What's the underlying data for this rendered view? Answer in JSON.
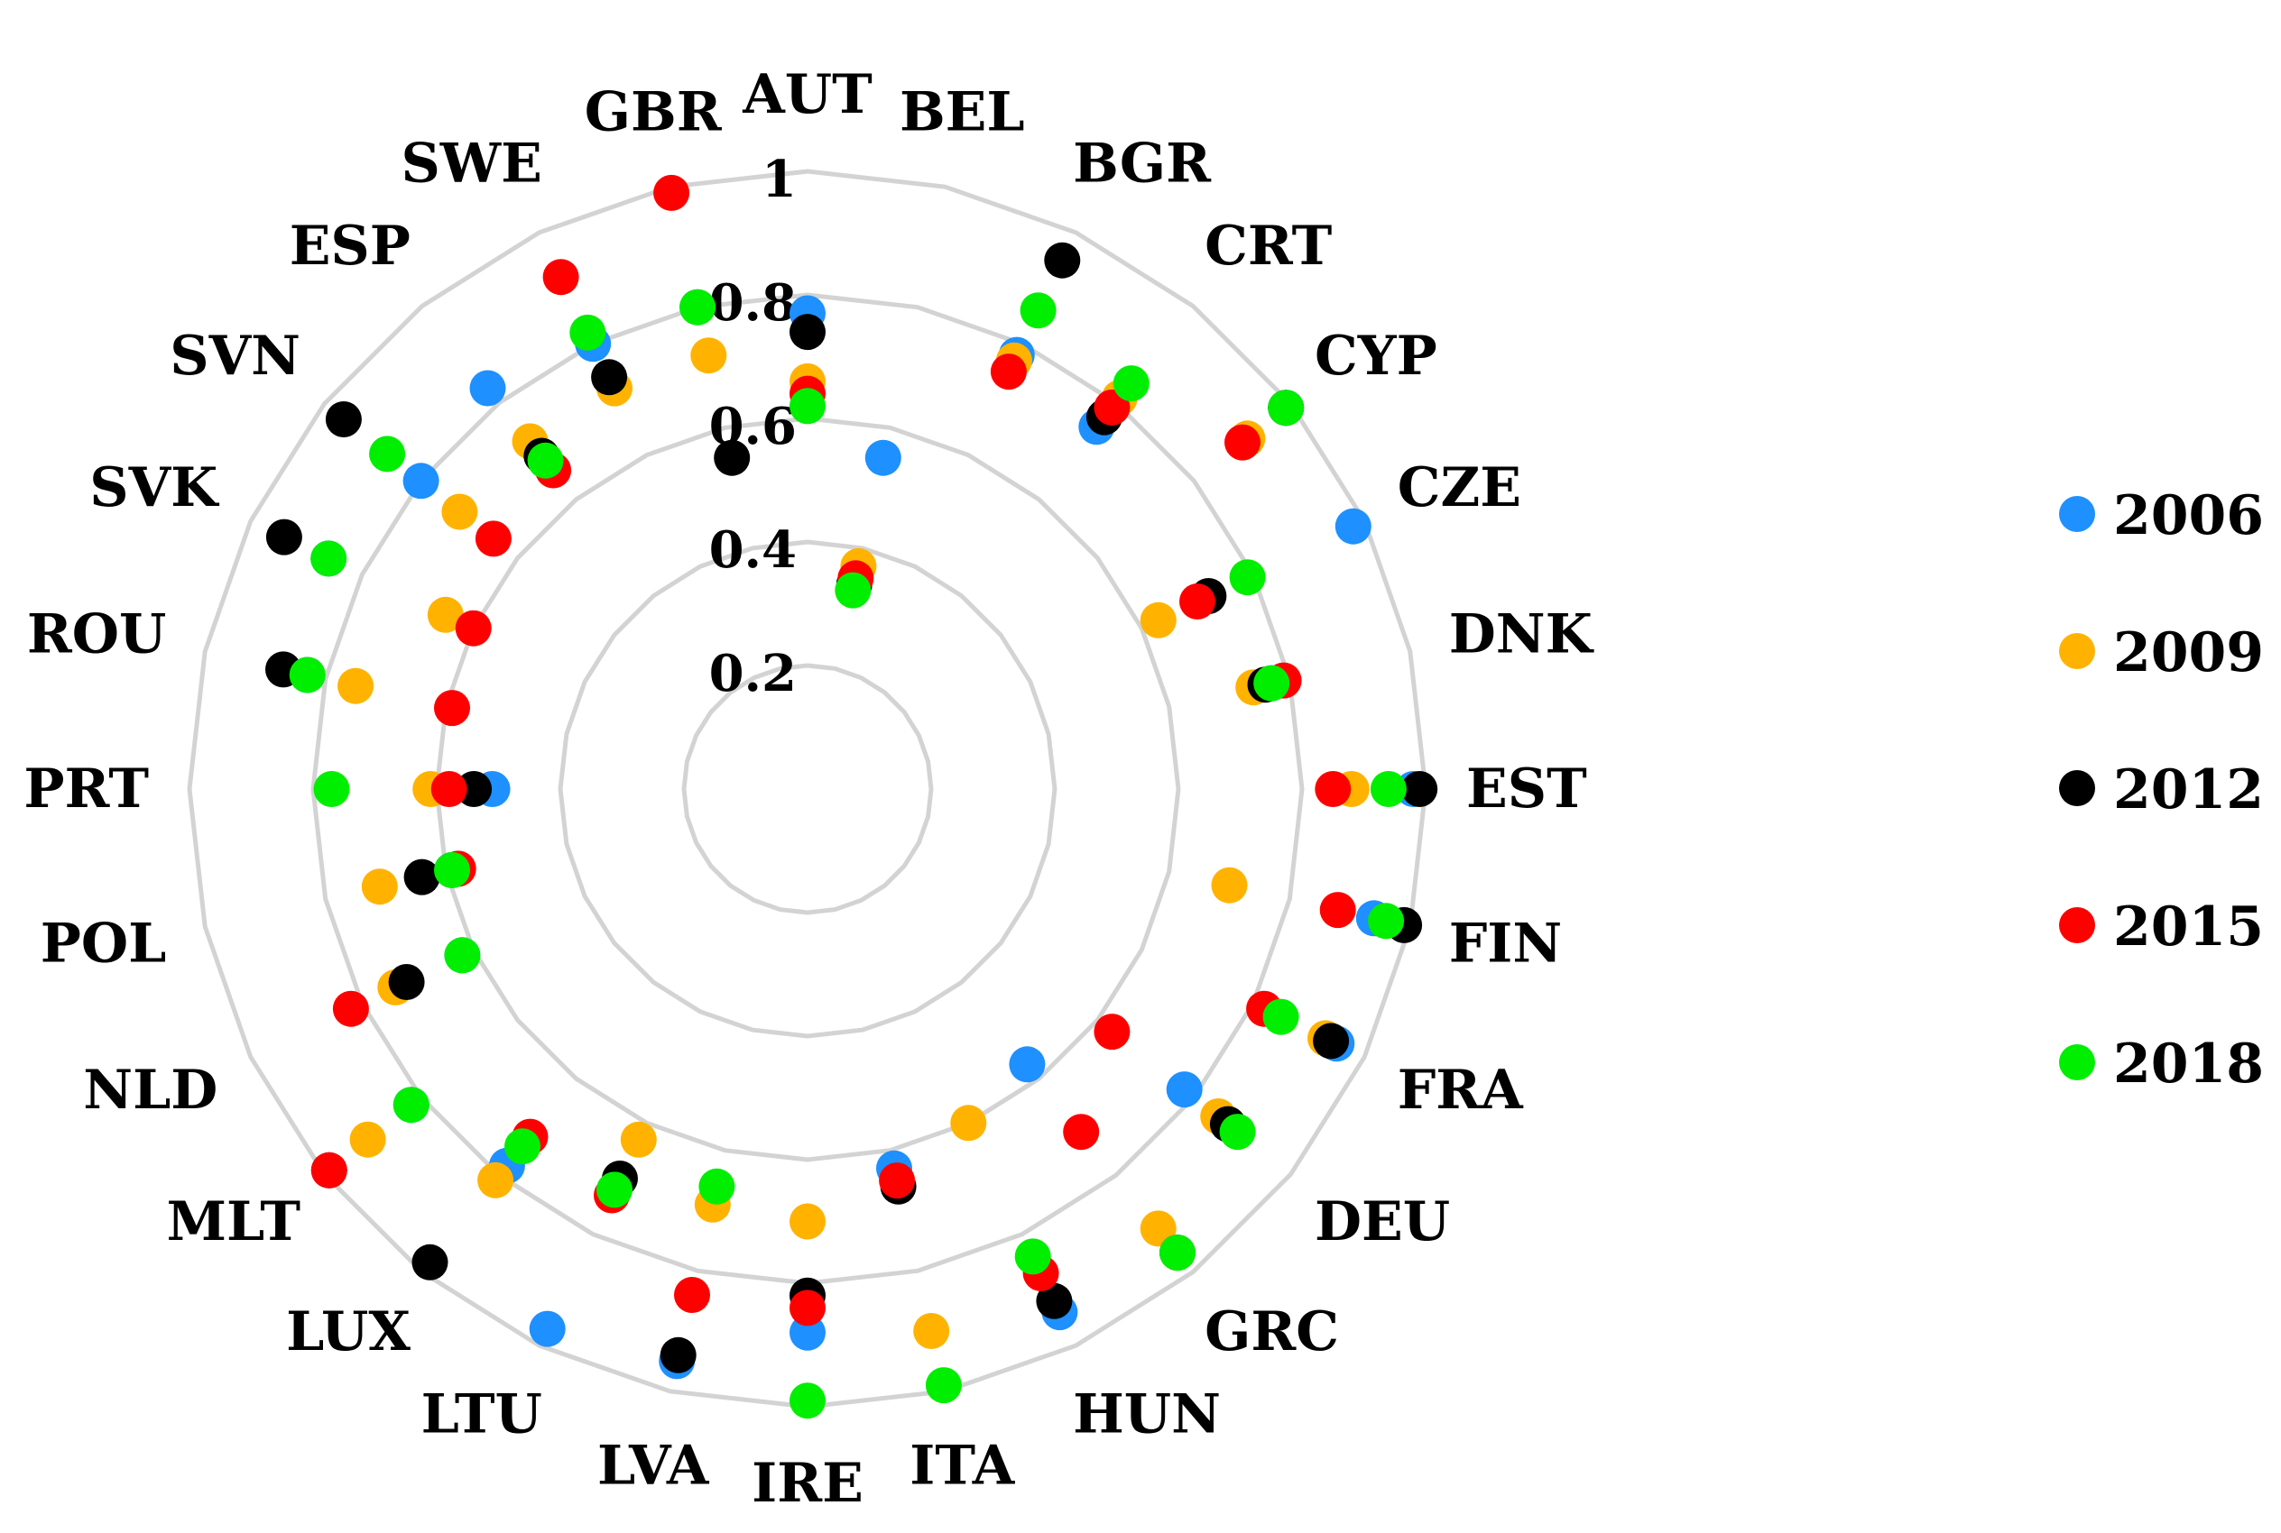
{
  "chart_data": {
    "type": "radar-scatter",
    "title": "",
    "categories": [
      "AUT",
      "BEL",
      "BGR",
      "CRT",
      "CYP",
      "CZE",
      "DNK",
      "EST",
      "FIN",
      "FRA",
      "DEU",
      "GRC",
      "HUN",
      "ITA",
      "IRE",
      "LVA",
      "LTU",
      "LUX",
      "MLT",
      "NLD",
      "POL",
      "PRT",
      "ROU",
      "SVK",
      "SVN",
      "ESP",
      "SWE",
      "GBR"
    ],
    "radial_axis": {
      "min": 0,
      "max": 1,
      "ticks": [
        0.2,
        0.4,
        0.6,
        0.8,
        1
      ],
      "tick_labels": [
        "0.2",
        "0.4",
        "0.6",
        "0.8",
        "1"
      ]
    },
    "grid": true,
    "legend_position": "right",
    "series": [
      {
        "name": "2006",
        "color": "#1e90ff",
        "values": [
          0.77,
          0.55,
          0.78,
          0.75,
          0.99,
          0.98,
          0.77,
          0.98,
          0.94,
          0.95,
          0.78,
          0.57,
          0.94,
          0.63,
          0.88,
          0.95,
          0.97,
          0.78,
          0.82,
          0.62,
          0.59,
          0.51,
          0.83,
          0.86,
          0.8,
          0.83,
          0.8,
          0.8
        ]
      },
      {
        "name": "2009",
        "color": "#ffb300",
        "values": [
          0.66,
          0.37,
          0.77,
          0.81,
          0.91,
          0.63,
          0.74,
          0.88,
          0.7,
          0.93,
          0.85,
          0.91,
          0.6,
          0.9,
          0.7,
          0.69,
          0.63,
          0.81,
          0.91,
          0.74,
          0.71,
          0.61,
          0.75,
          0.65,
          0.72,
          0.72,
          0.72,
          0.72
        ]
      },
      {
        "name": "2012",
        "color": "#000000",
        "values": [
          0.74,
          0.34,
          0.95,
          0.77,
          0.99,
          0.72,
          0.76,
          0.99,
          0.99,
          0.94,
          0.87,
          0.96,
          0.92,
          0.66,
          0.82,
          0.94,
          0.7,
          0.98,
          0.99,
          0.72,
          0.64,
          0.54,
          0.87,
          0.94,
          0.96,
          0.69,
          0.74,
          0.55
        ]
      },
      {
        "name": "2015",
        "color": "#ff0000",
        "values": [
          0.64,
          0.35,
          0.75,
          0.79,
          0.9,
          0.7,
          0.79,
          0.85,
          0.88,
          0.82,
          0.63,
          0.71,
          0.87,
          0.65,
          0.84,
          0.84,
          0.73,
          0.72,
          0.99,
          0.82,
          0.58,
          0.58,
          0.59,
          0.6,
          0.65,
          0.66,
          0.92,
          0.99
        ]
      },
      {
        "name": "2018",
        "color": "#00ee00",
        "values": [
          0.62,
          0.33,
          0.86,
          0.84,
          0.99,
          0.79,
          0.77,
          0.94,
          0.96,
          0.85,
          0.89,
          0.96,
          0.84,
          0.99,
          0.99,
          0.66,
          0.72,
          0.74,
          0.82,
          0.62,
          0.59,
          0.77,
          0.83,
          0.86,
          0.87,
          0.68,
          0.82,
          0.8
        ]
      }
    ]
  }
}
